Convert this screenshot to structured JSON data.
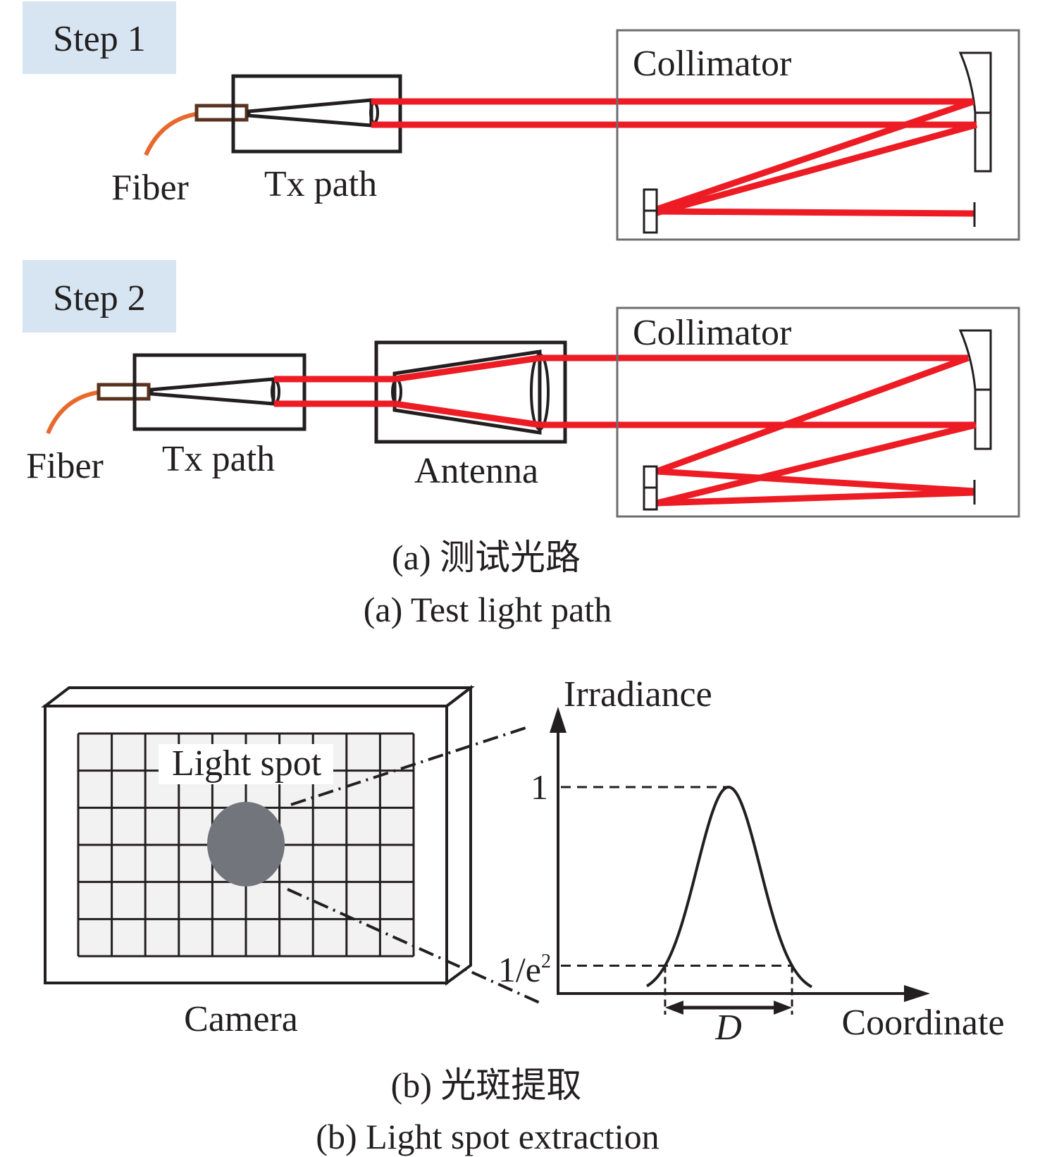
{
  "part_a": {
    "step1": {
      "badge": "Step 1",
      "fiber_label": "Fiber",
      "tx_label": "Tx path",
      "collimator_label": "Collimator"
    },
    "step2": {
      "badge": "Step 2",
      "fiber_label": "Fiber",
      "tx_label": "Tx path",
      "antenna_label": "Antenna",
      "collimator_label": "Collimator"
    },
    "caption_cn": "(a) 测试光路",
    "caption_en": "(a) Test light path"
  },
  "part_b": {
    "camera_label": "Camera",
    "spot_label": "Light spot",
    "grid": {
      "columns": 10,
      "rows": 6
    },
    "plot": {
      "ylabel": "Irradiance",
      "xlabel": "Coordinate",
      "ytick_peak": "1",
      "ytick_threshold_base": "1/e",
      "ytick_threshold_sup": "2",
      "width_label": "D",
      "curve": "gaussian",
      "peak_value": 1,
      "threshold_value": 0.135
    },
    "caption_cn": "(b) 光斑提取",
    "caption_en": "(b) Light spot extraction"
  },
  "colors": {
    "beam": "#ed1c24",
    "fiber": "#e8692d",
    "connector": "#5a3220",
    "badge_bg": "#d6e5f1",
    "spot": "#72757c",
    "grid_bg": "#f2f2f2"
  }
}
